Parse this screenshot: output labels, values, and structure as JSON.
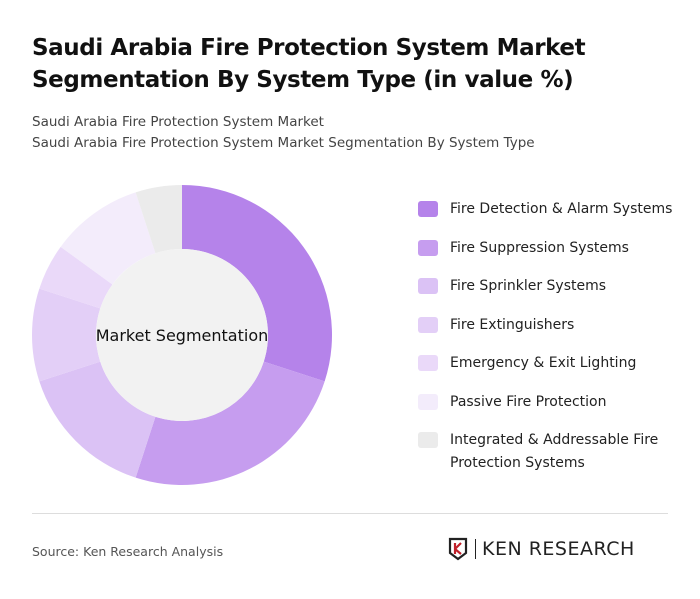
{
  "title": "Saudi Arabia Fire Protection System Market Segmentation By System Type (in value %)",
  "subtitle_1": "Saudi Arabia Fire Protection System Market",
  "subtitle_2": "Saudi Arabia Fire Protection System Market Segmentation By System Type",
  "source": "Source: Ken Research Analysis",
  "logo_text": "KEN RESEARCH",
  "chart_data": {
    "type": "pie",
    "variant": "donut",
    "center_label": "Market Segmentation",
    "legend_position": "right",
    "categories": [
      "Fire Detection & Alarm Systems",
      "Fire Suppression Systems",
      "Fire Sprinkler Systems",
      "Fire Extinguishers",
      "Emergency & Exit Lighting",
      "Passive Fire Protection",
      "Integrated & Addressable Fire Protection Systems"
    ],
    "values": [
      30,
      25,
      15,
      10,
      5,
      10,
      5
    ],
    "colors": [
      "#b583ea",
      "#c69def",
      "#dbc2f5",
      "#e3cff7",
      "#ead9f9",
      "#f3ecfb",
      "#ebebeb"
    ]
  }
}
